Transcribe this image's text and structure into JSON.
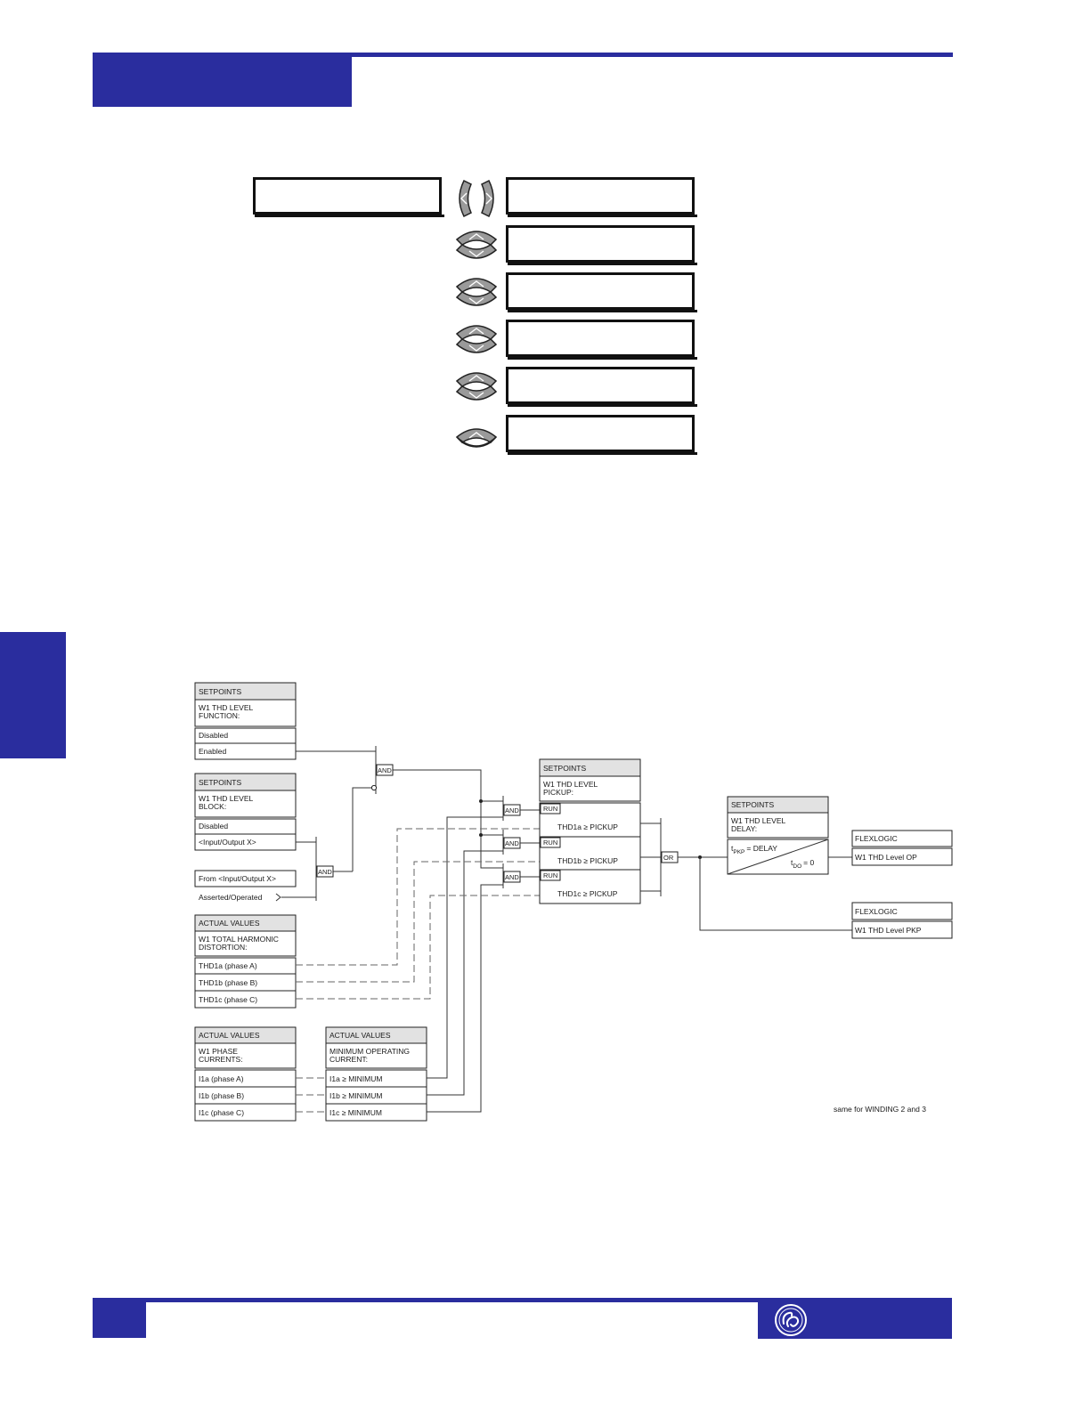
{
  "colors": {
    "accent": "#2a2d9e",
    "header_gray": "#e2e2e2"
  },
  "icons": [
    "left-arrow-key-icon",
    "right-arrow-key-icon",
    "up-arrow-key-icon",
    "down-arrow-key-icon",
    "ge-logo-icon"
  ],
  "diagram": {
    "sp_function": {
      "header": "SETPOINTS",
      "title1": "W1  THD  LEVEL",
      "title2": "FUNCTION:",
      "opt1": "Disabled",
      "opt2": "Enabled"
    },
    "sp_block": {
      "header": "SETPOINTS",
      "title1": "W1  THD  LEVEL",
      "title2": "BLOCK:",
      "opt1": "Disabled",
      "opt2": "<Input/Output  X>"
    },
    "from_io": {
      "label": "From  <Input/Output  X>",
      "asserted": "Asserted/Operated"
    },
    "av_thd": {
      "header": "ACTUAL  VALUES",
      "title1": "W1  TOTAL  HARMONIC",
      "title2": "DISTORTION:",
      "r1": "THD1a  (phase  A)",
      "r2": "THD1b  (phase  B)",
      "r3": "THD1c  (phase  C)"
    },
    "av_currents": {
      "header": "ACTUAL  VALUES",
      "title1": "W1  PHASE",
      "title2": "CURRENTS:",
      "r1": "I1a  (phase  A)",
      "r2": "I1b  (phase  B)",
      "r3": "I1c  (phase  C)"
    },
    "av_minimum": {
      "header": "ACTUAL  VALUES",
      "title1": "MINIMUM  OPERATING",
      "title2": "CURRENT:",
      "r1": "I1a  ≥  MINIMUM",
      "r2": "I1b  ≥  MINIMUM",
      "r3": "I1c  ≥  MINIMUM"
    },
    "sp_pickup": {
      "header": "SETPOINTS",
      "title1": "W1  THD  LEVEL",
      "title2": "PICKUP:",
      "run": "RUN",
      "c1": "THD1a  ≥  PICKUP",
      "c2": "THD1b  ≥  PICKUP",
      "c3": "THD1c  ≥  PICKUP"
    },
    "sp_delay": {
      "header": "SETPOINTS",
      "title1": "W1  THD  LEVEL",
      "title2": "DELAY:",
      "tpkp": "t",
      "tpkp_sub": "PKP",
      "tpkp_val": "=  DELAY",
      "tdo": "t",
      "tdo_sub": "DO",
      "tdo_val": "=  0"
    },
    "flex_op": {
      "header": "FLEXLOGIC",
      "value": "W1  THD  Level  OP"
    },
    "flex_pkp": {
      "header": "FLEXLOGIC",
      "value": "W1  THD  Level  PKP"
    },
    "gate_and": "AND",
    "gate_or": "OR",
    "note": "same  for  WINDING  2  and  3"
  }
}
